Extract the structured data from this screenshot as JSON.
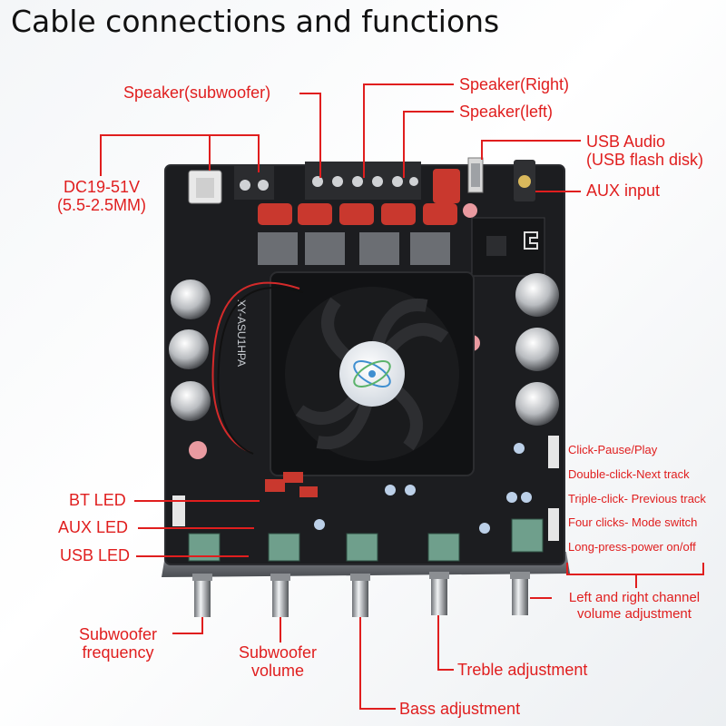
{
  "title": "Cable connections and functions",
  "labels": {
    "speaker_sub": "Speaker(subwoofer)",
    "speaker_right": "Speaker(Right)",
    "speaker_left": "Speaker(left)",
    "usb_audio_1": "USB Audio",
    "usb_audio_2": "(USB flash disk)",
    "aux_input": "AUX input",
    "dc_1": "DC19-51V",
    "dc_2": "(5.5-2.5MM)",
    "bt_led": "BT LED",
    "aux_led": "AUX LED",
    "usb_led": "USB LED",
    "sub_freq_1": "Subwoofer",
    "sub_freq_2": "frequency",
    "sub_vol_1": "Subwoofer",
    "sub_vol_2": "volume",
    "treble": "Treble adjustment",
    "bass": "Bass adjustment",
    "lr_vol_1": "Left and right channel",
    "lr_vol_2": "volume adjustment"
  },
  "button_functions": [
    "Click-Pause/Play",
    "Double-click-Next track",
    "Triple-click- Previous track",
    "Four clicks- Mode switch",
    "Long-press-power on/off"
  ],
  "board_text": {
    "model": "XY-ASU1HPA"
  },
  "colors": {
    "accent": "#e01e1e",
    "board": "#1c1d20",
    "capacitor": "#c9382e"
  }
}
